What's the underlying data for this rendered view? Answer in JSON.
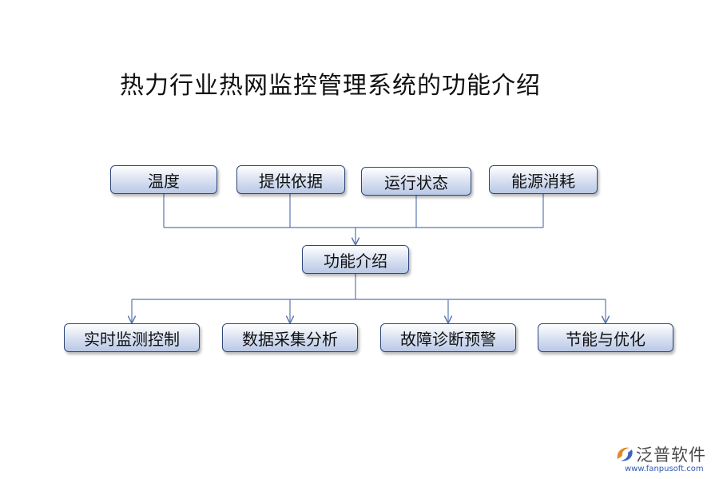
{
  "title": "热力行业热网监控管理系统的功能介绍",
  "inputs": [
    {
      "id": "temperature",
      "label": "温度"
    },
    {
      "id": "basis",
      "label": "提供依据"
    },
    {
      "id": "status",
      "label": "运行状态"
    },
    {
      "id": "energy",
      "label": "能源消耗"
    }
  ],
  "center": {
    "label": "功能介绍"
  },
  "outputs": [
    {
      "id": "monitoring",
      "label": "实时监测控制"
    },
    {
      "id": "collection",
      "label": "数据采集分析"
    },
    {
      "id": "warning",
      "label": "故障诊断预警"
    },
    {
      "id": "saving",
      "label": "节能与优化"
    }
  ],
  "brand": {
    "name": "泛普软件",
    "url": "www.fanpusoft.com"
  },
  "colors": {
    "line": "#5b78b0",
    "box_border": "#2f4779",
    "accent": "#e0892a"
  }
}
